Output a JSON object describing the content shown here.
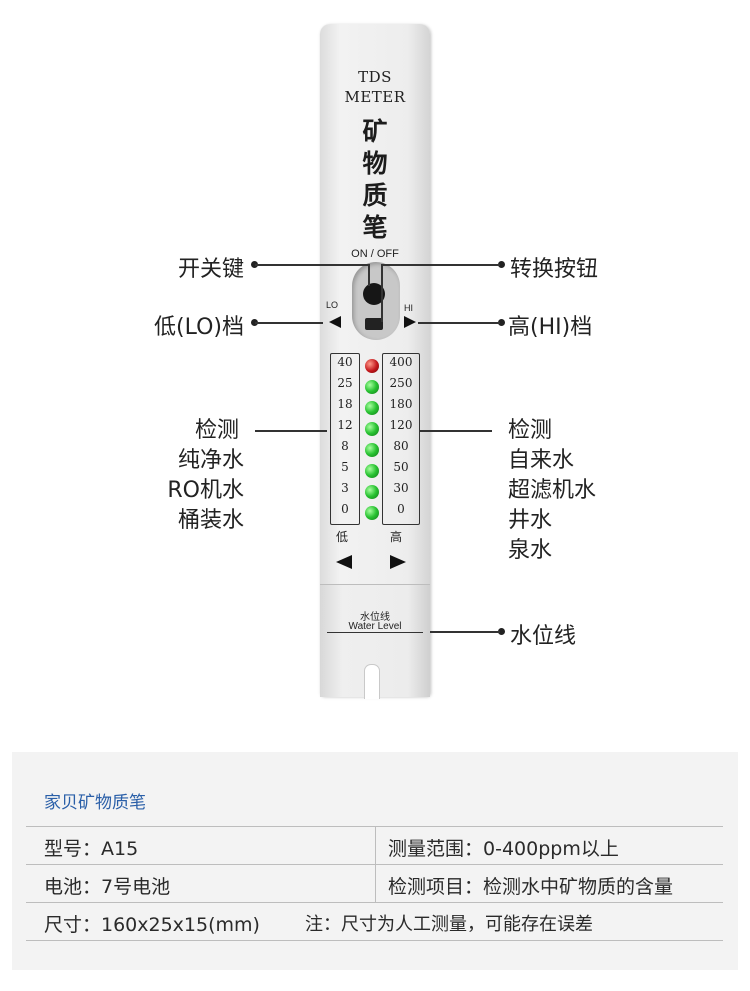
{
  "meter": {
    "brand_line1": "TDS",
    "brand_line2": "METER",
    "name_chars": [
      "矿",
      "物",
      "质",
      "笔"
    ],
    "on_off": "ON / OFF",
    "lo": "LO",
    "hi": "HI",
    "low_scale": [
      "40",
      "25",
      "18",
      "12",
      "8",
      "5",
      "3",
      "0"
    ],
    "high_scale": [
      "400",
      "250",
      "180",
      "120",
      "80",
      "50",
      "30",
      "0"
    ],
    "low_cn": "低",
    "high_cn": "高",
    "water_level_cn": "水位线",
    "water_level_en": "Water Level",
    "led_colors": [
      "#c3161b",
      "#28c231",
      "#28c231",
      "#28c231",
      "#28c231",
      "#28c231",
      "#28c231",
      "#28c231"
    ]
  },
  "callouts": {
    "power_key": "开关键",
    "toggle_button": "转换按钮",
    "lo_gear": "低(LO)档",
    "hi_gear": "高(HI)档",
    "left_detect": [
      "检测",
      "纯净水",
      "RO机水",
      "桶装水"
    ],
    "right_detect": [
      "检测",
      "自来水",
      "超滤机水",
      "井水",
      "泉水"
    ],
    "water_line": "水位线"
  },
  "spec": {
    "title": "家贝矿物质笔",
    "model": "型号：A15",
    "range": "测量范围：0-400ppm以上",
    "battery": "电池：7号电池",
    "item": "检测项目：检测水中矿物质的含量",
    "size": "尺寸：160x25x15(mm)",
    "note": "注：尺寸为人工测量，可能存在误差"
  },
  "colors": {
    "title_blue": "#2a5fa8",
    "spec_bg": "#f3f3f3"
  }
}
